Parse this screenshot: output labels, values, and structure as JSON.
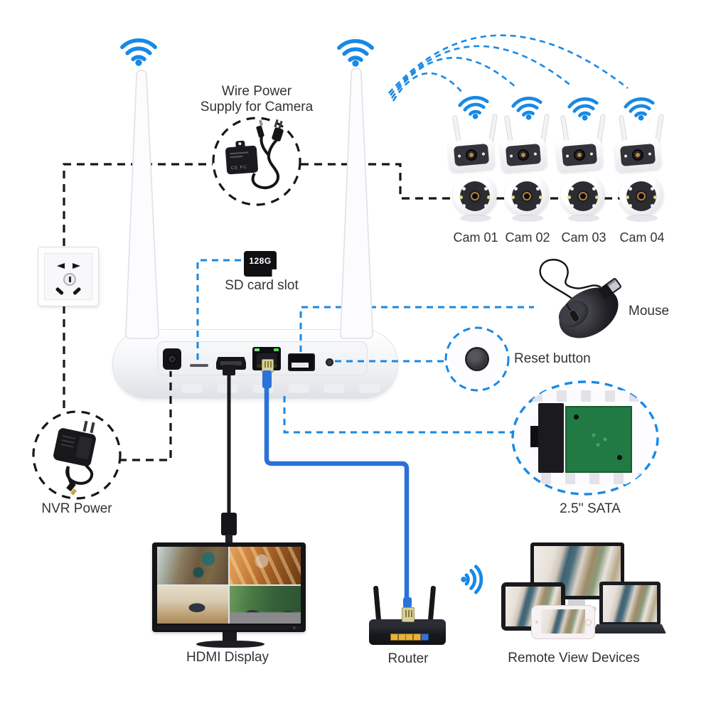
{
  "colors": {
    "wifi_blue": "#1789e6",
    "line_black": "#161616",
    "ethernet_blue": "#2a72d8",
    "label_text": "#333333",
    "pcb_green": "#217a43",
    "port_yellow": "#e8b23a"
  },
  "icons": {
    "wifi": "three blue radio arcs with dot",
    "reset_button": "round dark push button",
    "sd_card": "black microSD card"
  },
  "annotations": {
    "wire_power_supply": {
      "line1": "Wire Power",
      "line2": "Supply for Camera"
    },
    "sd": {
      "capacity": "128G",
      "label": "SD card slot"
    },
    "mouse": "Mouse",
    "reset": "Reset button",
    "sata": "2.5'' SATA",
    "nvr_power": "NVR Power",
    "hdmi_display": "HDMI Display",
    "router": "Router",
    "remote_view": "Remote View Devices"
  },
  "cameras": [
    {
      "label": "Cam 01"
    },
    {
      "label": "Cam 02"
    },
    {
      "label": "Cam 03"
    },
    {
      "label": "Cam 04"
    }
  ]
}
